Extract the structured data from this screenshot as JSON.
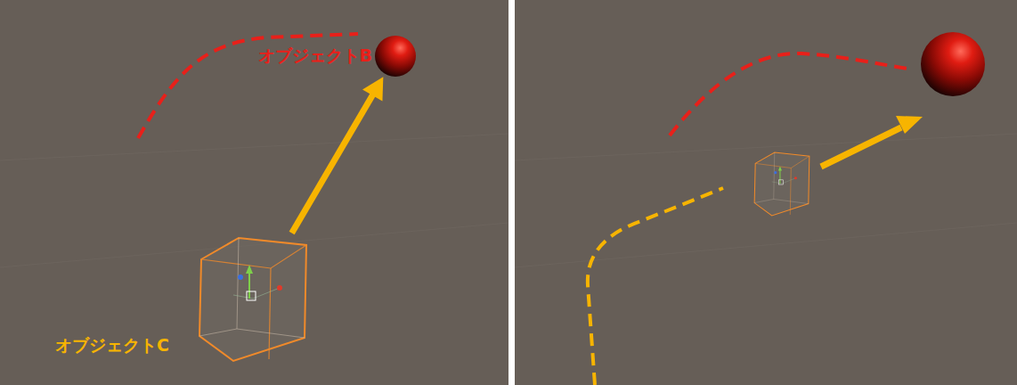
{
  "diagram": {
    "nodes": [
      {
        "text": [
          "オブジェクトB"
        ]
      },
      {
        "text": [
          "オブジェクトC"
        ]
      }
    ],
    "edges": [
      {
        "from": 1,
        "to": 0,
        "arrow": "to"
      }
    ]
  }
}
